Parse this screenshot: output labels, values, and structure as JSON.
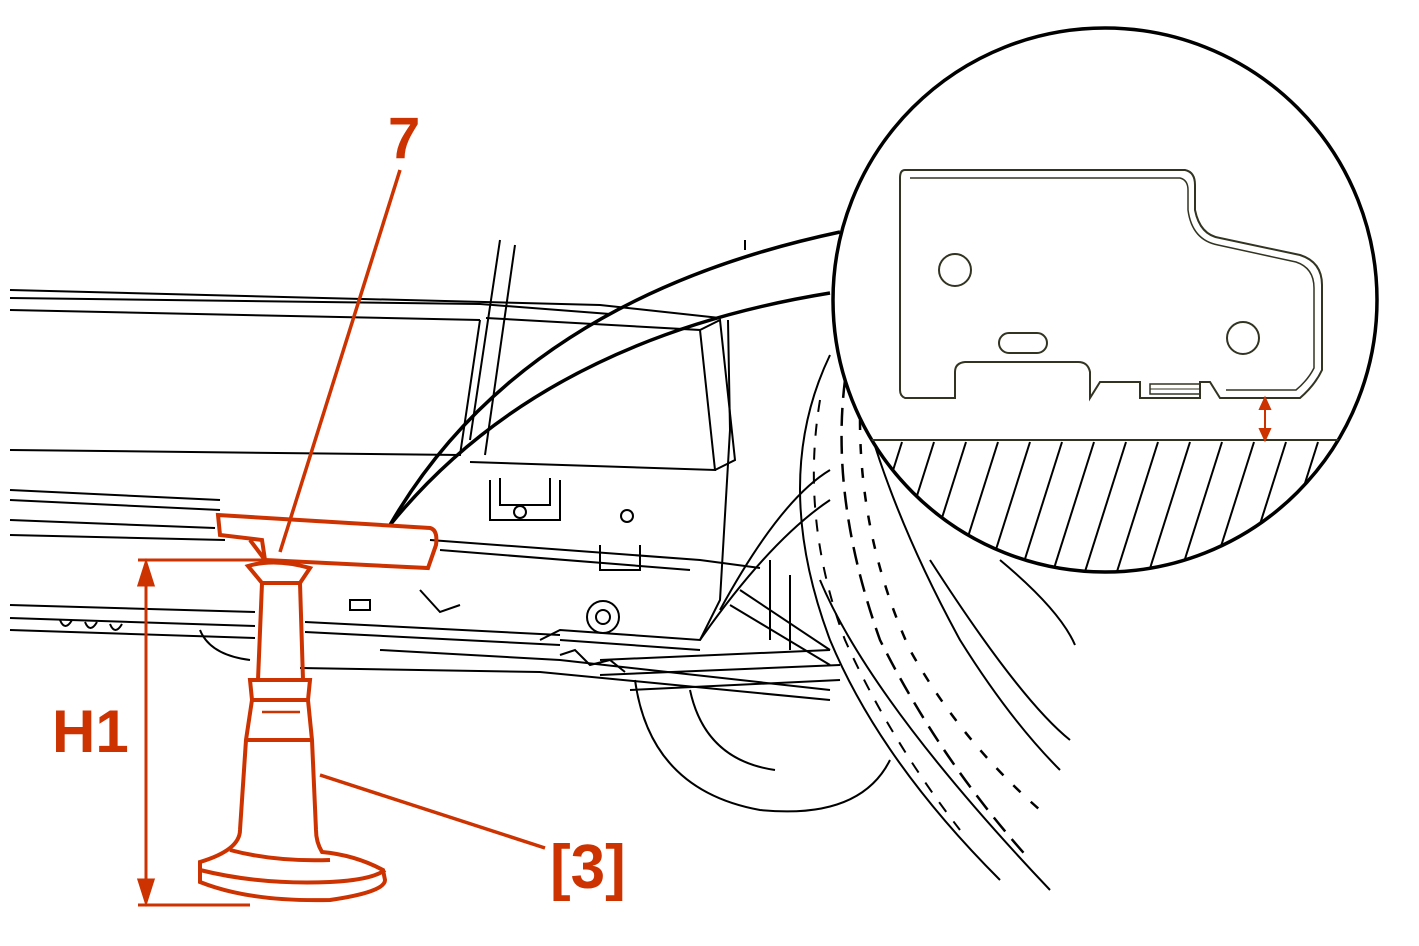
{
  "labels": {
    "part_number": "7",
    "height_dim": "H1",
    "tool_ref": "[3]"
  },
  "colors": {
    "line": "#000000",
    "accent": "#cc3300",
    "inset_outline": "#333322",
    "background": "#ffffff"
  }
}
